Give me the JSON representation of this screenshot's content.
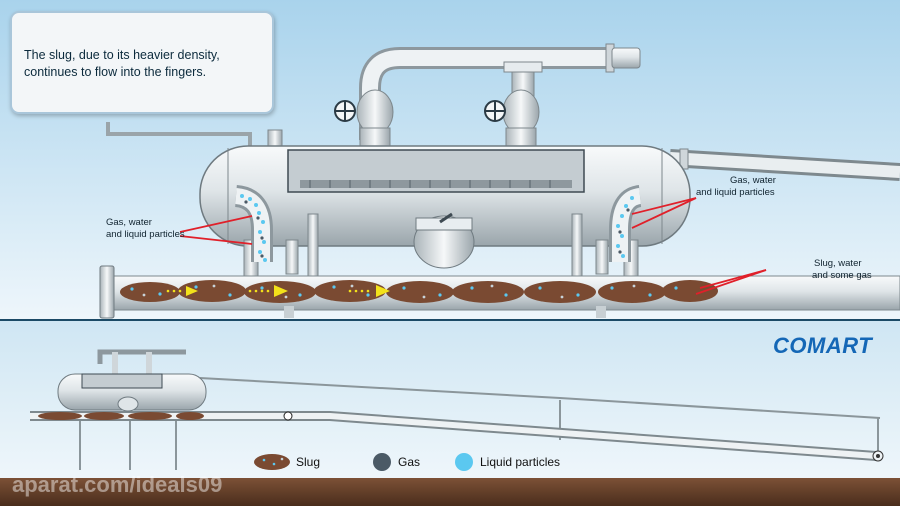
{
  "caption": {
    "line1": "The slug, due to its heavier density,",
    "line2": "continues to flow into the fingers."
  },
  "labels": {
    "left_particles": [
      "Gas, water",
      "and liquid particles"
    ],
    "right_particles": [
      "Gas, water",
      "and liquid particles"
    ],
    "slug_gas": [
      "Slug, water",
      "and some gas"
    ]
  },
  "logo": "COMART",
  "legend": {
    "slug": "Slug",
    "gas": "Gas",
    "liquid": "Liquid particles"
  },
  "watermark": "aparat.com/ideals09",
  "colors": {
    "sky": "#d6eaf5",
    "pipe": "#dfe6ea",
    "slug": "#7a4a32",
    "gas_dot": "#4b5a66",
    "liquid_dot": "#5bc8f0",
    "arrow_red": "#e0202a",
    "flow_arrow": "#f3e21a",
    "logo": "#1467b6"
  }
}
